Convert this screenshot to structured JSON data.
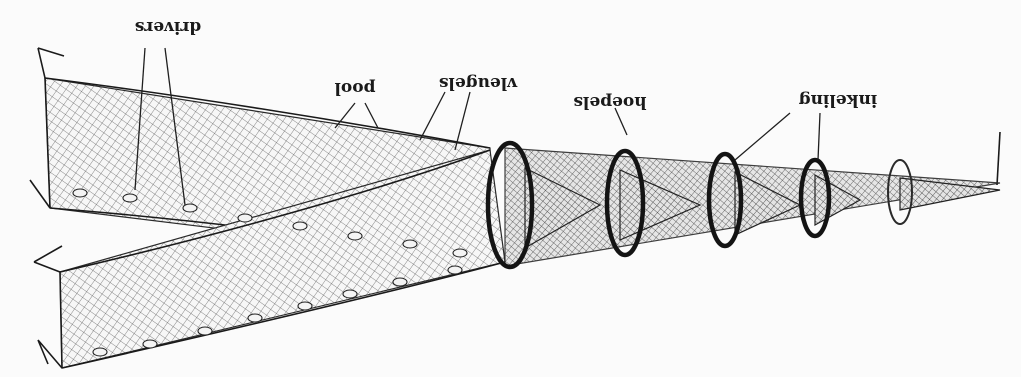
{
  "diagram": {
    "orientation": "upside-down (rotated 180°)",
    "labels": {
      "drivers": "drivers",
      "pool": "pool",
      "vleugels": "vleugels",
      "hoepels": "hoepels",
      "inkeling": "inkeling"
    }
  }
}
